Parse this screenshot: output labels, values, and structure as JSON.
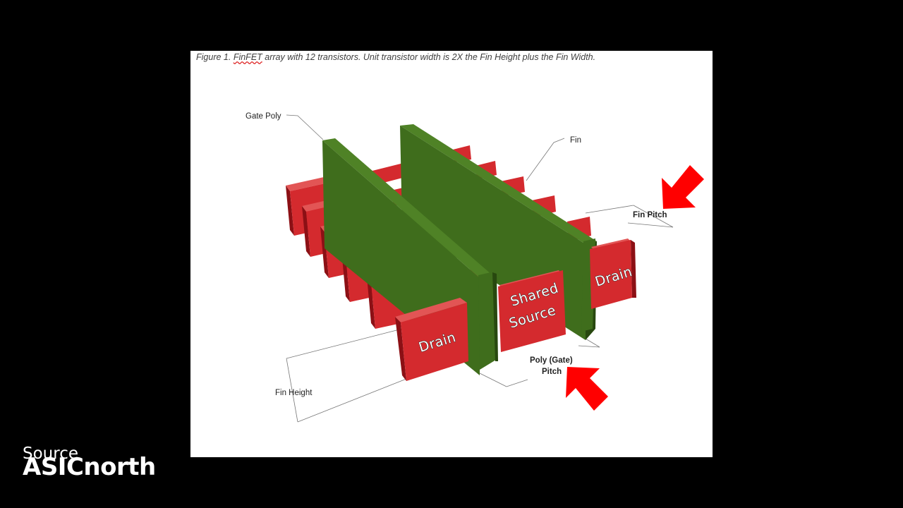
{
  "figure": {
    "caption_prefix": "Figure 1. ",
    "caption_flagged_word": "FinFET",
    "caption_rest": " array with 12 transistors.  Unit transistor width is 2X the Fin Height plus the Fin Width."
  },
  "labels": {
    "gate_poly": "Gate Poly",
    "fin": "Fin",
    "fin_pitch": "Fin Pitch",
    "poly_pitch_line1": "Poly (Gate)",
    "poly_pitch_line2": "Pitch",
    "fin_height": "Fin Height",
    "drain_front": "Drain",
    "shared_source_line1": "Shared",
    "shared_source_line2": "Source",
    "drain_right": "Drain"
  },
  "watermark": {
    "top": "Source",
    "brand": "ASICnorth"
  },
  "colors": {
    "fin_front": "#d42a2e",
    "fin_top": "#e25555",
    "fin_side": "#8c1015",
    "gate_front": "#3f6d1c",
    "gate_top": "#4f8226",
    "gate_side": "#28480f",
    "arrow": "#ff0000"
  }
}
